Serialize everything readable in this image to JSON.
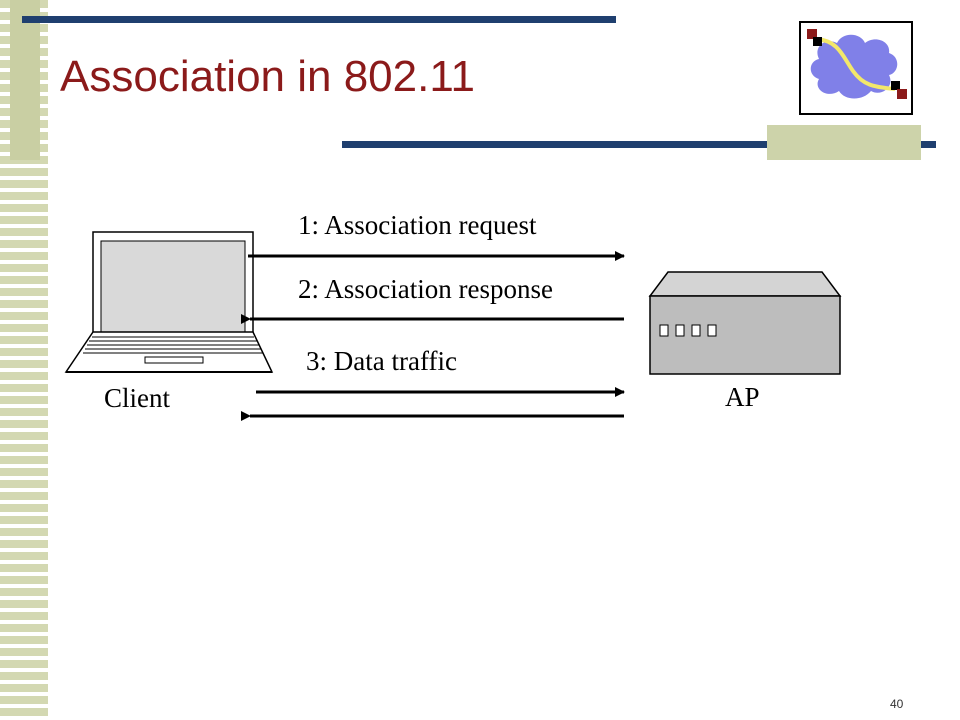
{
  "slide": {
    "title": "Association in 802.11",
    "page_number": "40"
  },
  "diagram": {
    "nodes": {
      "client": "Client",
      "ap": "AP"
    },
    "messages": [
      "1: Association request",
      "2: Association response",
      "3: Data traffic"
    ]
  },
  "colors": {
    "title": "#8b1a1a",
    "bars": "#1f3f6f",
    "olive": "#cdd3aa",
    "cloud": "#8080e8",
    "link": "#f3e86a",
    "endpoint": "#8b1a1a"
  },
  "icons": {
    "logo": "network-cloud-icon",
    "client": "laptop-icon",
    "ap": "access-point-icon"
  }
}
